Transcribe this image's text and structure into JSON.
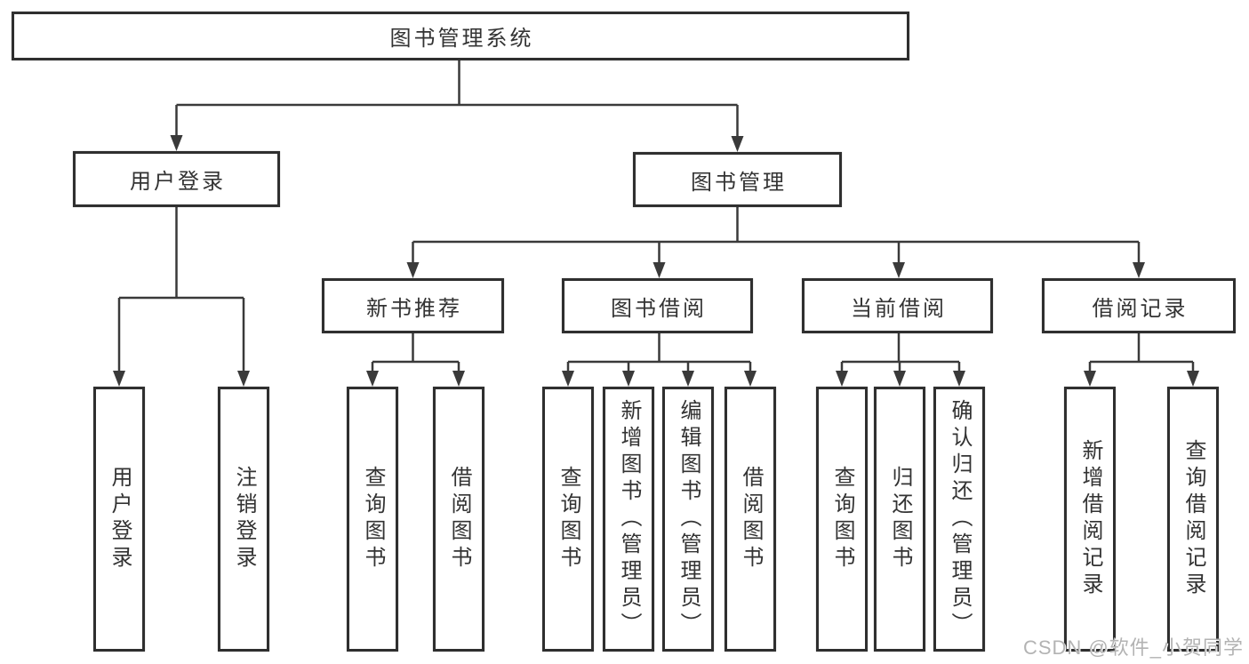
{
  "diagram": {
    "title": "图书管理系统",
    "level2": [
      {
        "label": "用户登录"
      },
      {
        "label": "图书管理"
      }
    ],
    "level3": [
      {
        "label": "新书推荐",
        "parent": "图书管理"
      },
      {
        "label": "图书借阅",
        "parent": "图书管理"
      },
      {
        "label": "当前借阅",
        "parent": "图书管理"
      },
      {
        "label": "借阅记录",
        "parent": "图书管理"
      }
    ],
    "level4": [
      {
        "label": "用户登录",
        "parent": "用户登录"
      },
      {
        "label": "注销登录",
        "parent": "用户登录"
      },
      {
        "label": "查询图书",
        "parent": "新书推荐"
      },
      {
        "label": "借阅图书",
        "parent": "新书推荐"
      },
      {
        "label": "查询图书",
        "parent": "图书借阅"
      },
      {
        "label": "新增图书（管理员）",
        "parent": "图书借阅"
      },
      {
        "label": "编辑图书（管理员）",
        "parent": "图书借阅"
      },
      {
        "label": "借阅图书",
        "parent": "图书借阅"
      },
      {
        "label": "查询图书",
        "parent": "当前借阅"
      },
      {
        "label": "归还图书",
        "parent": "当前借阅"
      },
      {
        "label": "确认归还（管理员）",
        "parent": "当前借阅"
      },
      {
        "label": "新增借阅记录",
        "parent": "借阅记录"
      },
      {
        "label": "查询借阅记录",
        "parent": "借阅记录"
      }
    ]
  },
  "watermark": {
    "text": "CSDN @软件_小贺同学"
  },
  "colors": {
    "line": "#3a3a3a",
    "box_border": "#2f2f2f",
    "text": "#333333",
    "watermark": "#b3b3b3",
    "background": "#ffffff"
  }
}
